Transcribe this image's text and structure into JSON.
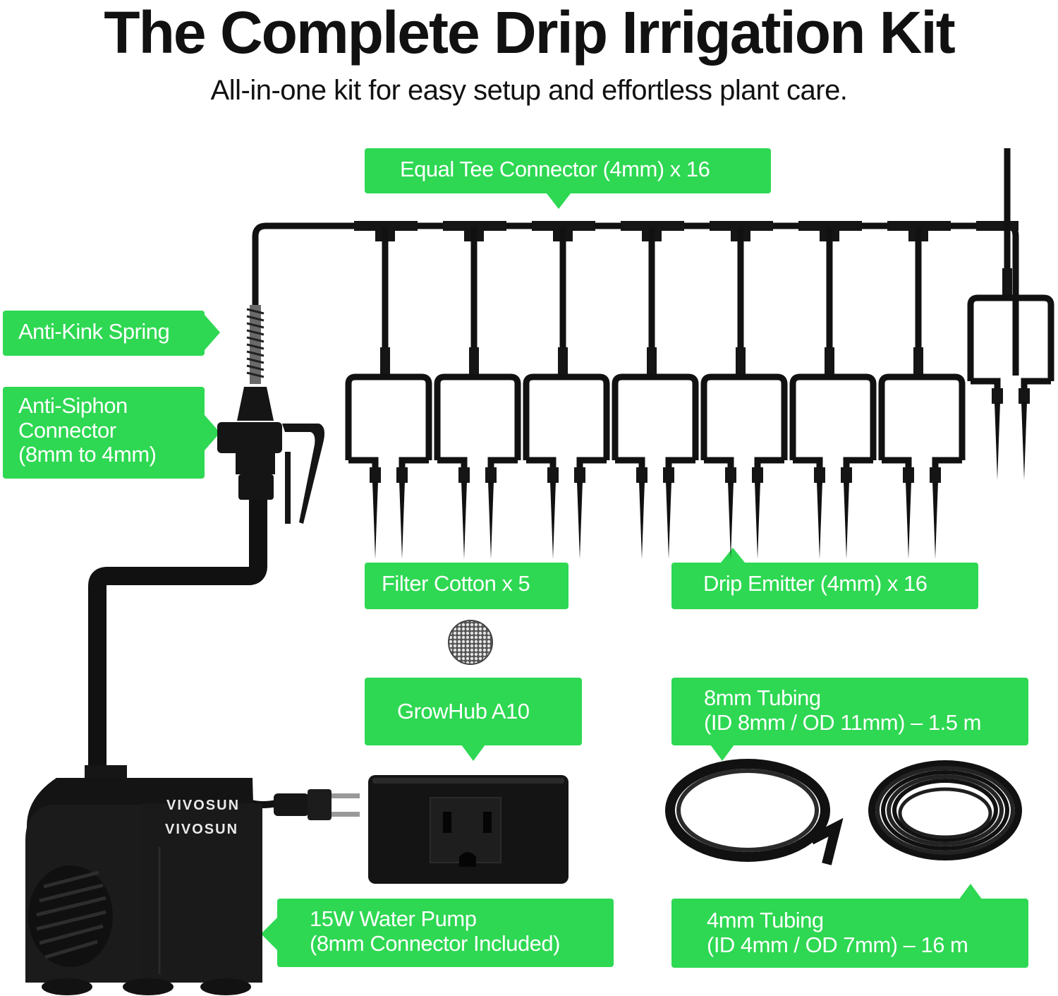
{
  "header": {
    "title": "The Complete Drip Irrigation Kit",
    "subtitle": "All-in-one kit for easy setup and effortless plant care."
  },
  "labels": {
    "tee": "Equal Tee Connector (4mm) x 16",
    "spring": "Anti-Kink Spring",
    "siphon_1": "Anti-Siphon",
    "siphon_2": "Connector",
    "siphon_3": "(8mm to 4mm)",
    "filter": "Filter Cotton x 5",
    "emitter": "Drip Emitter (4mm) x 16",
    "growhub": "GrowHub A10",
    "tube8_1": "8mm Tubing",
    "tube8_2": "(ID 8mm / OD 11mm) – 1.5 m",
    "pump_1": "15W Water Pump",
    "pump_2": "(8mm Connector Included)",
    "tube4_1": "4mm Tubing",
    "tube4_2": "(ID 4mm / OD 7mm) – 16 m"
  },
  "brand": "VIVOSUN",
  "colors": {
    "accent": "#2ed852",
    "product": "#111111"
  }
}
